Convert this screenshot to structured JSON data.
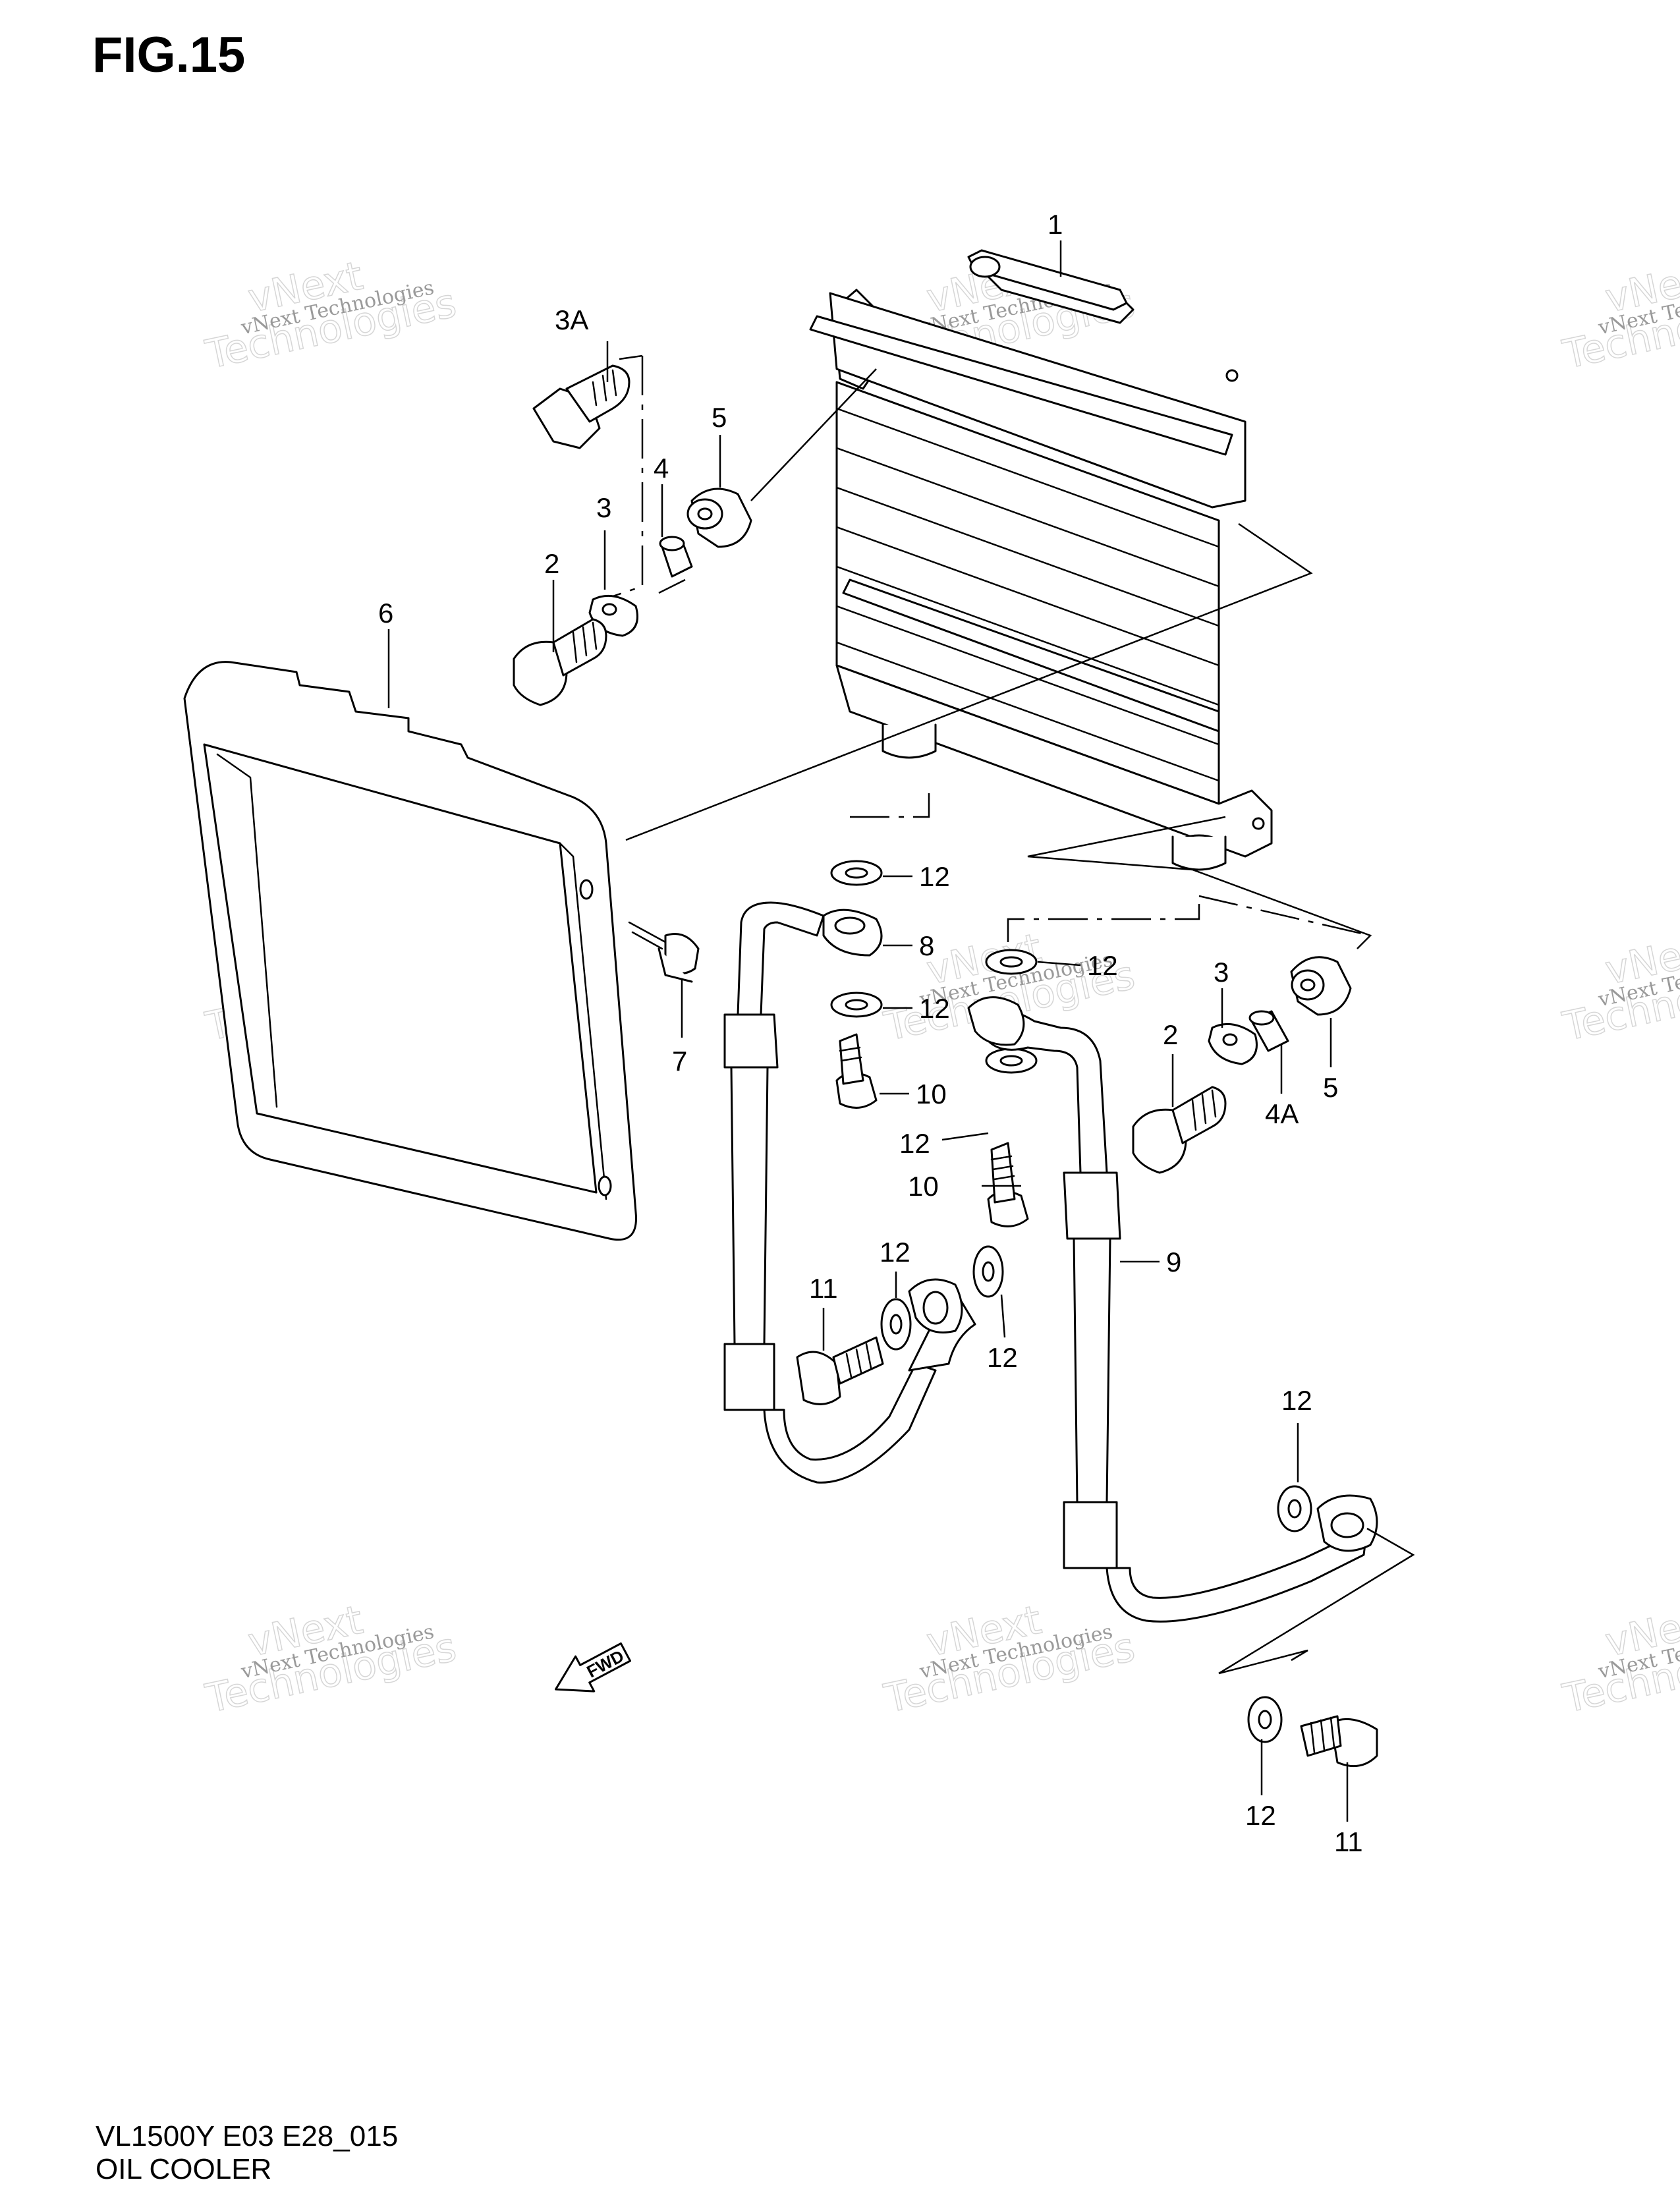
{
  "figure_title": "FIG.15",
  "footer": {
    "model_code": "VL1500Y E03 E28_015",
    "section_name": "OIL COOLER"
  },
  "watermark": {
    "line1": "vNext Technologies",
    "big_top": "vNext",
    "big_bottom": "Technologies"
  },
  "fwd_arrow_text": "FWD",
  "callouts": {
    "c1": "1",
    "c3a": "3A",
    "c5_top": "5",
    "c4": "4",
    "c3_top": "3",
    "c2_top": "2",
    "c6": "6",
    "c7": "7",
    "c12_a": "12",
    "c8": "8",
    "c12_b": "12",
    "c12_c": "12",
    "c10_a": "10",
    "c12_d": "12",
    "c10_b": "10",
    "c3_right": "3",
    "c2_right": "2",
    "c4a": "4A",
    "c5_right": "5",
    "c9": "9",
    "c12_e": "12",
    "c11_a": "11",
    "c12_f": "12",
    "c12_g": "12",
    "c12_h": "12",
    "c11_b": "11"
  }
}
